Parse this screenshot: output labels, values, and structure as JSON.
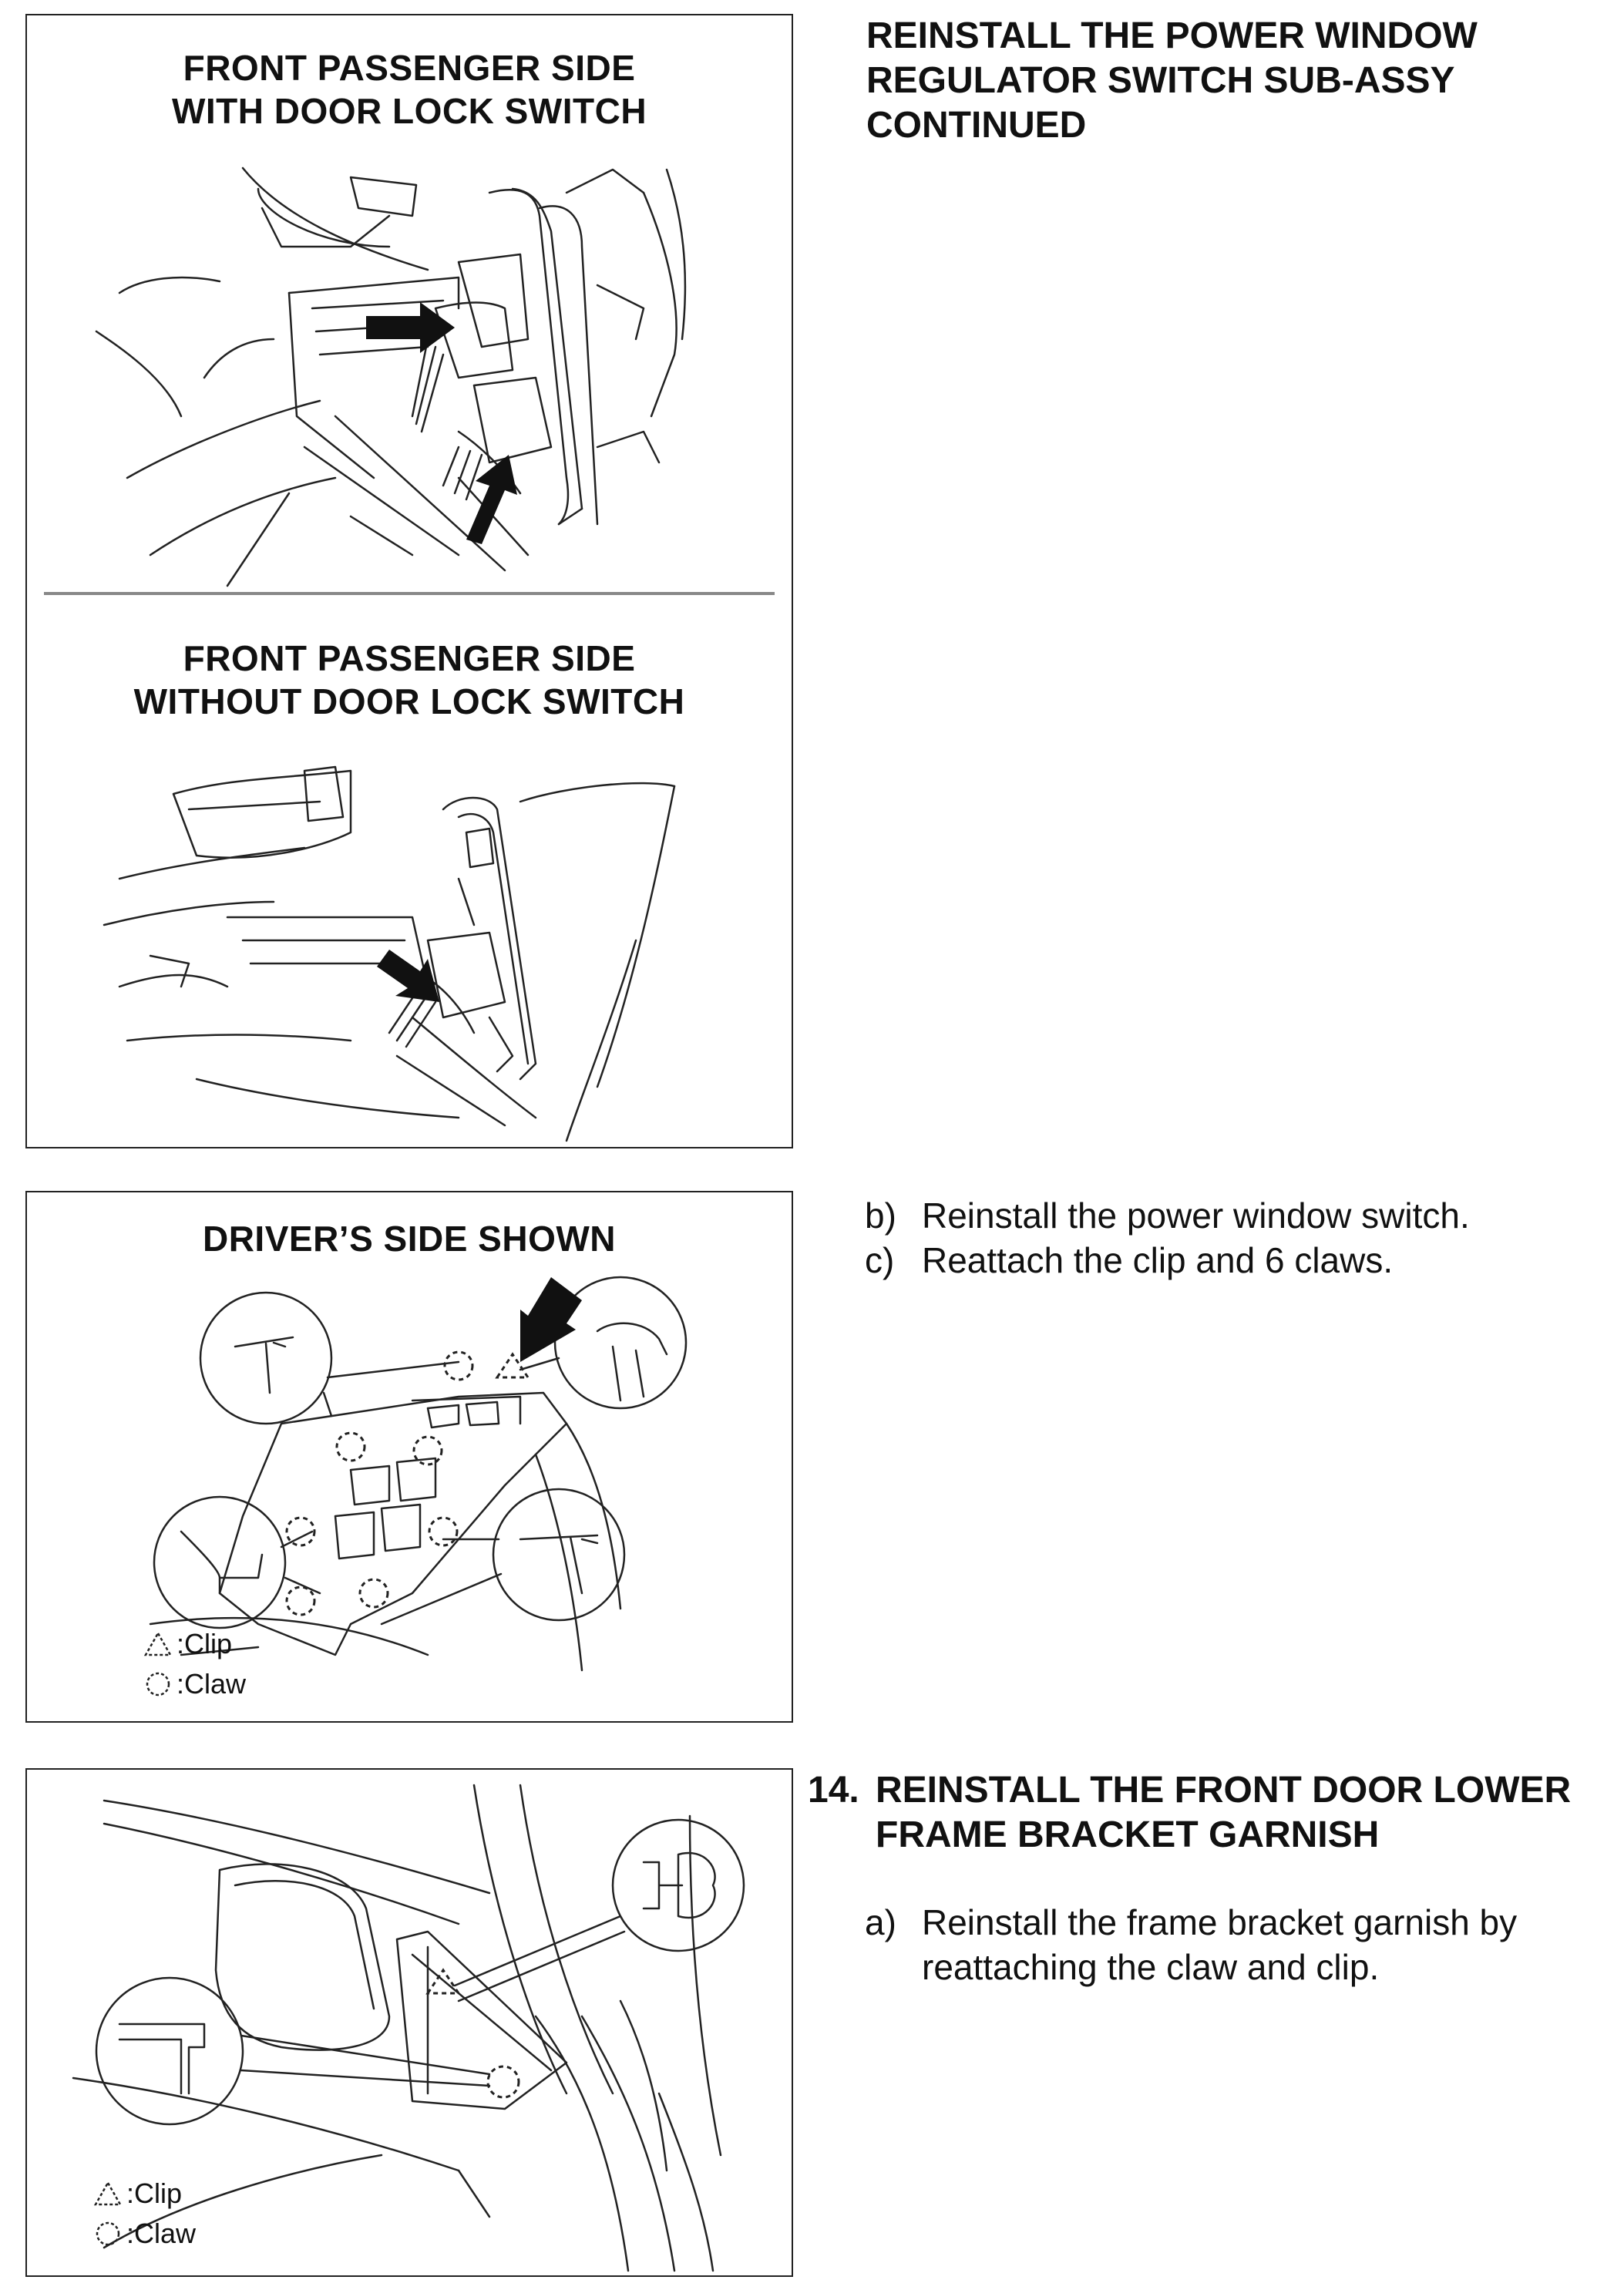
{
  "page": {
    "header_title": "REINSTALL THE POWER WINDOW\nREGULATOR SWITCH SUB-ASSY\nCONTINUED",
    "figure1": {
      "top_title_line1": "FRONT PASSENGER SIDE",
      "top_title_line2": "WITH DOOR LOCK SWITCH",
      "bottom_title_line1": "FRONT PASSENGER SIDE",
      "bottom_title_line2": "WITHOUT DOOR LOCK SWITCH"
    },
    "figure2": {
      "title": "DRIVER’S SIDE SHOWN",
      "legend_clip": ":Clip",
      "legend_claw": ":Claw"
    },
    "figure3": {
      "legend_clip": ":Clip",
      "legend_claw": ":Claw"
    },
    "steps_group1": [
      {
        "letter": "b)",
        "text": "Reinstall the power window switch."
      },
      {
        "letter": "c)",
        "text": "Reattach the clip and 6 claws."
      }
    ],
    "section14": {
      "number": "14.",
      "title_line1": "REINSTALL THE FRONT DOOR LOWER",
      "title_line2": "FRAME BRACKET GARNISH",
      "step_letter": "a)",
      "step_text_line1": "Reinstall the frame bracket garnish by",
      "step_text_line2": "reattaching the claw and clip."
    }
  }
}
